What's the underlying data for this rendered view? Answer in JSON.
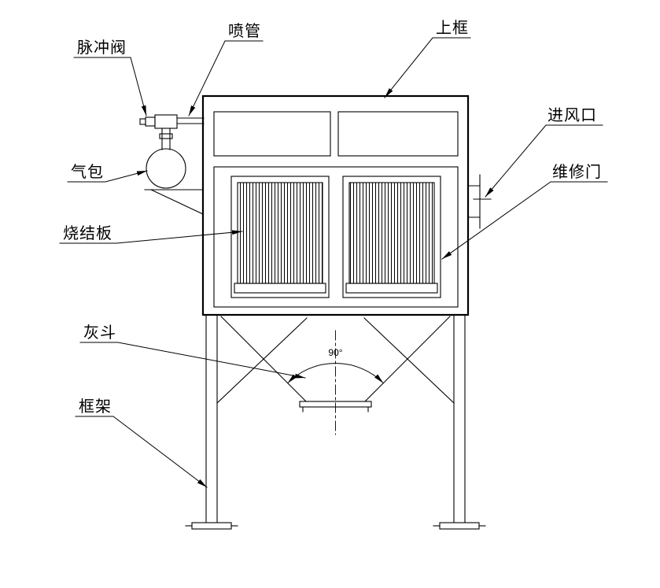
{
  "diagram": {
    "labels": {
      "pulse_valve": "脉冲阀",
      "blow_pipe": "喷管",
      "upper_frame": "上框",
      "air_inlet": "进风口",
      "maintenance_door": "维修门",
      "air_bag": "气包",
      "sintered_plate": "烧结板",
      "ash_hopper": "灰斗",
      "frame": "框架",
      "hopper_angle": "90°"
    },
    "colors": {
      "line": "#000000",
      "background": "#ffffff"
    }
  }
}
